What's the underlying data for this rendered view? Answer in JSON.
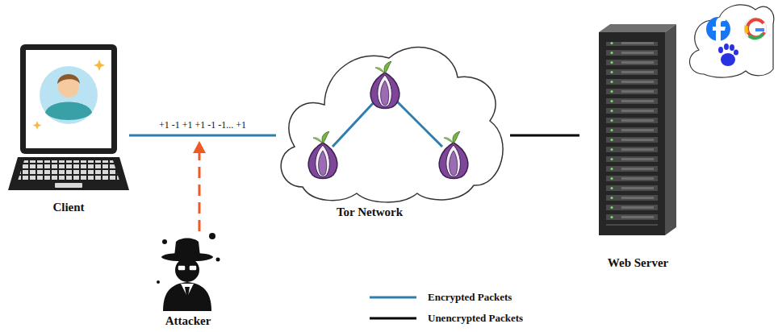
{
  "diagram": {
    "nodes": [
      {
        "text": [
          "Client"
        ]
      },
      {
        "text": [
          "Tor Network"
        ]
      },
      {
        "text": [
          "Web Server"
        ]
      },
      {
        "text": [
          "Attacker"
        ]
      }
    ],
    "edges": [
      {
        "from": 0,
        "to": 1,
        "arrow": "none",
        "label": "+1 -1 +1 +1 -1 -1... +1"
      },
      {
        "from": 1,
        "to": 2,
        "arrow": "none"
      }
    ],
    "legend": [
      {
        "text": "Encrypted Packets"
      },
      {
        "text": "Unencrypted Packets"
      }
    ]
  }
}
